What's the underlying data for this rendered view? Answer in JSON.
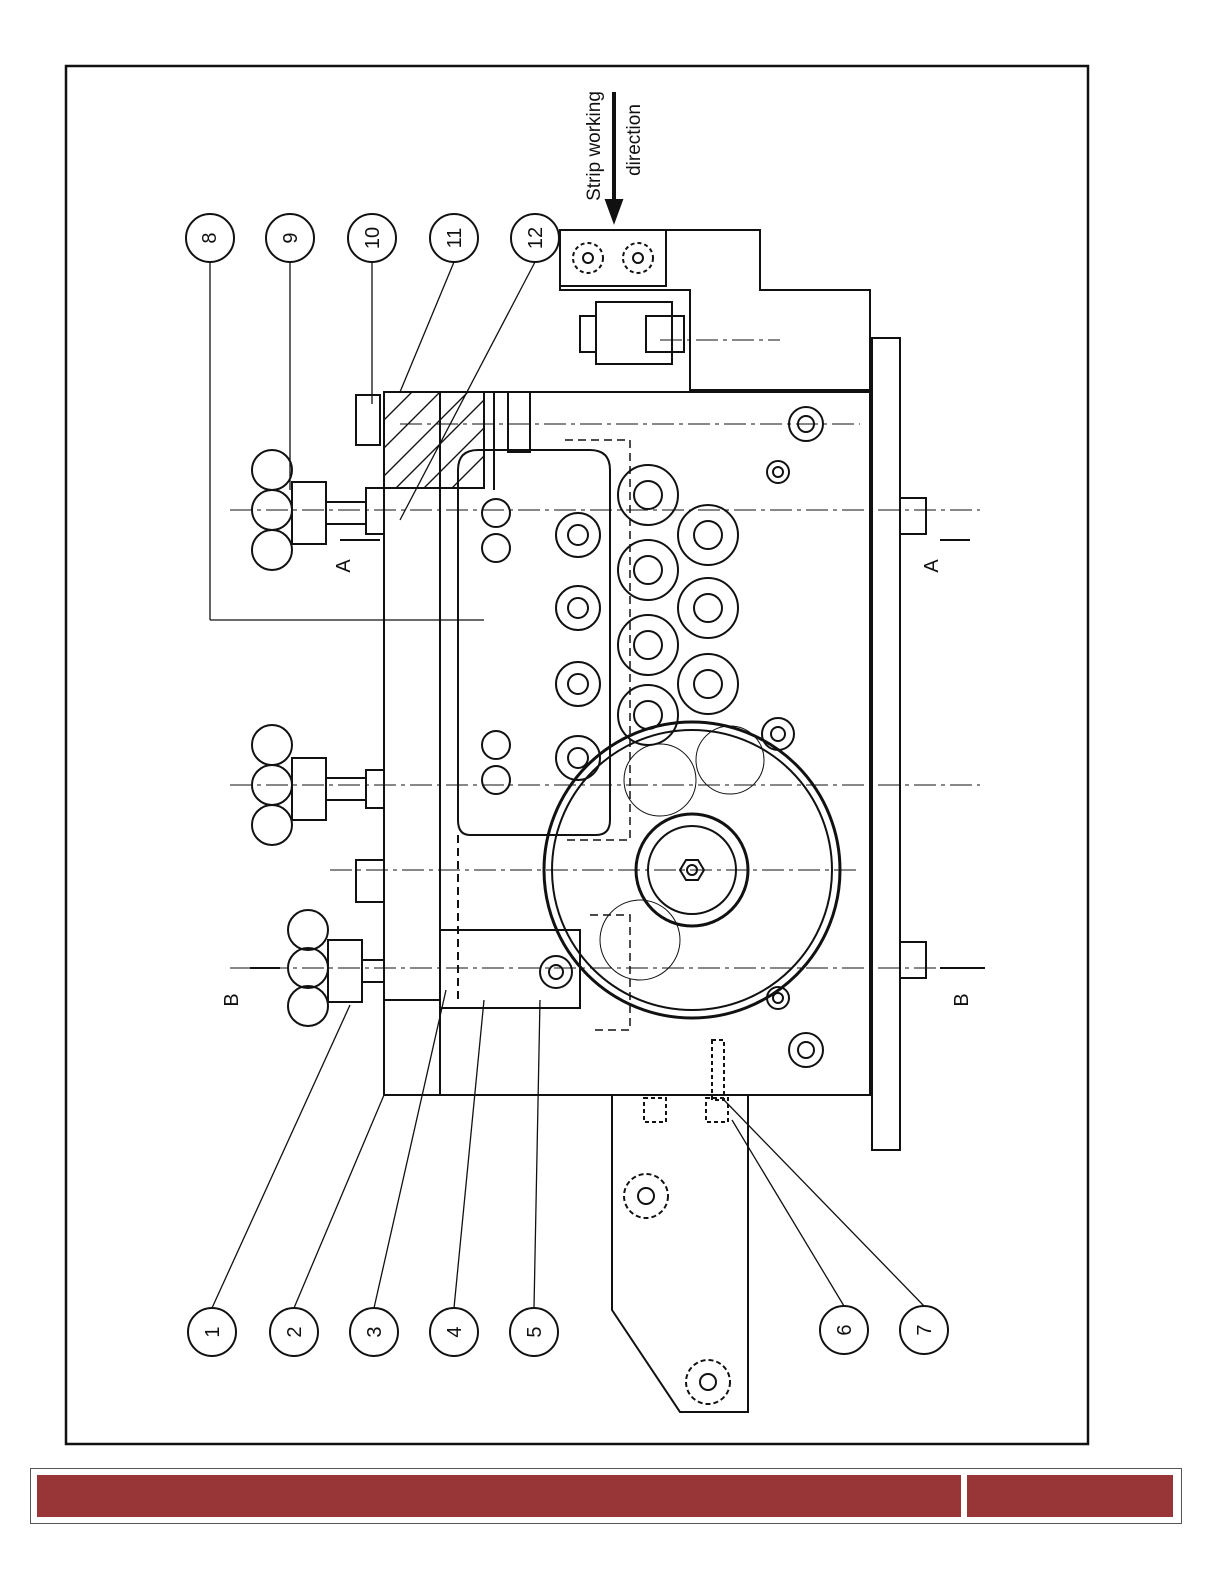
{
  "colors": {
    "ink": "#111111",
    "footer_bar": "#983537"
  },
  "callouts": [
    "1",
    "2",
    "3",
    "4",
    "5",
    "6",
    "7",
    "8",
    "9",
    "10",
    "11",
    "12"
  ],
  "section_marks": {
    "a": "A",
    "b": "B"
  },
  "direction_label": {
    "line1": "Strip working",
    "line2": "direction"
  },
  "footer": {
    "left_text": "",
    "right_text": ""
  }
}
